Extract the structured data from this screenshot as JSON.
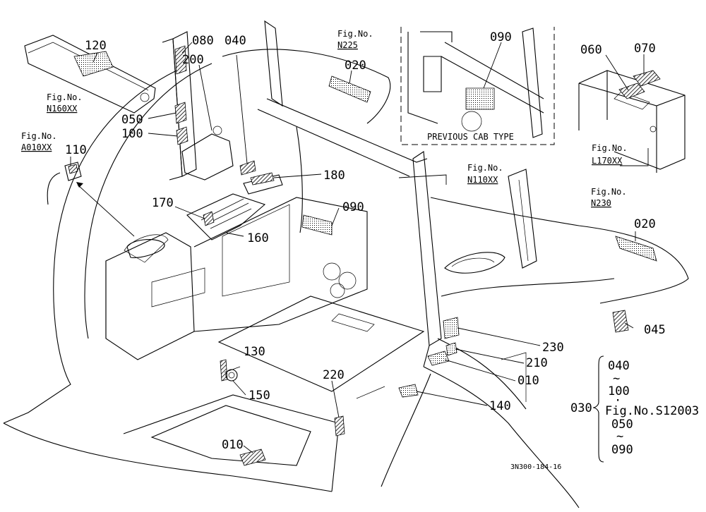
{
  "diagram": {
    "part_labels": {
      "p120": "120",
      "p080": "080",
      "p200": "200",
      "p040": "040",
      "p020a": "020",
      "p090a": "090",
      "p060": "060",
      "p070": "070",
      "p050": "050",
      "p100": "100",
      "p110": "110",
      "p180": "180",
      "p170": "170",
      "p160": "160",
      "p090b": "090",
      "p020b": "020",
      "p045": "045",
      "p230": "230",
      "p210": "210",
      "p010a": "010",
      "p130": "130",
      "p150": "150",
      "p220": "220",
      "p140": "140",
      "p010b": "010"
    },
    "fig_refs": {
      "n225_a": "Fig.No.",
      "n225_b": "N225",
      "n160_a": "Fig.No.",
      "n160_b": "N160XX",
      "a010_a": "Fig.No.",
      "a010_b": "A010XX",
      "l170_a": "Fig.No.",
      "l170_b": "L170XX",
      "n110_a": "Fig.No.",
      "n110_b": "N110XX",
      "n230_a": "Fig.No.",
      "n230_b": "N230"
    },
    "inset_caption": "PREVIOUS CAB TYPE",
    "bracket": {
      "top": "040",
      "tilde1": "~",
      "mid": "100",
      "dot": "·",
      "ref": "Fig.No.S12003",
      "low": "050",
      "tilde2": "~",
      "bottom": "090",
      "group": "030"
    },
    "drawing_number": "3N300-184-16"
  }
}
